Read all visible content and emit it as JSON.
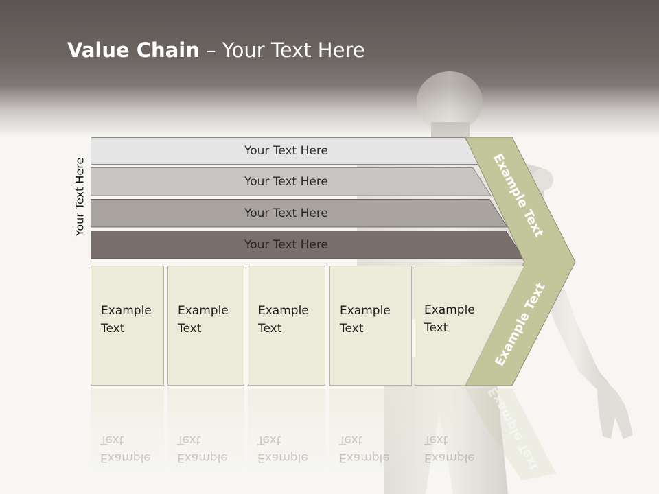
{
  "slide": {
    "title_bold": "Value Chain",
    "title_rest": " – Your Text Here",
    "side_label": "Your Text Here"
  },
  "rows": [
    {
      "label": "Your Text Here",
      "color": "#e6e5e5"
    },
    {
      "label": "Your Text Here",
      "color": "#c9c5c3"
    },
    {
      "label": "Your Text Here",
      "color": "#aaa4a1"
    },
    {
      "label": "Your Text Here",
      "color": "#786f6c"
    }
  ],
  "boxes": [
    {
      "line1": "Example",
      "line2": "Text"
    },
    {
      "line1": "Example",
      "line2": "Text"
    },
    {
      "line1": "Example",
      "line2": "Text"
    },
    {
      "line1": "Example",
      "line2": "Text"
    },
    {
      "line1": "Example",
      "line2": "Text"
    }
  ],
  "chevron": {
    "upper_text": "Example Text",
    "lower_text": "Example Text",
    "color": "#c3c59a"
  }
}
